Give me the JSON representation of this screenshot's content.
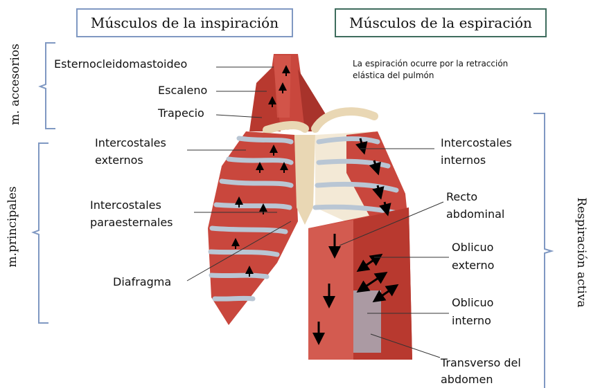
{
  "headers": {
    "inspiration": "Músculos de la inspiración",
    "expiration": "Músculos de la espiración"
  },
  "note": {
    "line1": "La espiración ocurre por la retracción",
    "line2": "elástica del pulmón"
  },
  "groups": {
    "accessory": "m. accesorios",
    "principal": "m.principales",
    "active": "Respiración activa"
  },
  "labels_left": {
    "scm": "Esternocleidomastoideo",
    "scalene": "Escaleno",
    "trapezius": "Trapecio",
    "ext_intercostal_1": "Intercostales",
    "ext_intercostal_2": "externos",
    "parasternal_1": "Intercostales",
    "parasternal_2": "paraesternales",
    "diaphragm": "Diafragma"
  },
  "labels_right": {
    "int_intercostal_1": "Intercostales",
    "int_intercostal_2": "internos",
    "rectus_1": "Recto",
    "rectus_2": "abdominal",
    "ext_oblique_1": "Oblicuo",
    "ext_oblique_2": "externo",
    "int_oblique_1": "Oblicuo",
    "int_oblique_2": "interno",
    "transversus_1": "Transverso del",
    "transversus_2": "abdomen"
  },
  "colors": {
    "muscle": "#c9473d",
    "muscle_dark": "#9f2f28",
    "bone": "#e9d7b4",
    "cartilage": "#b9c6d4",
    "header_left_border": "#7f98c2",
    "header_right_border": "#3e6c5d",
    "bracket": "#7f98c2"
  }
}
